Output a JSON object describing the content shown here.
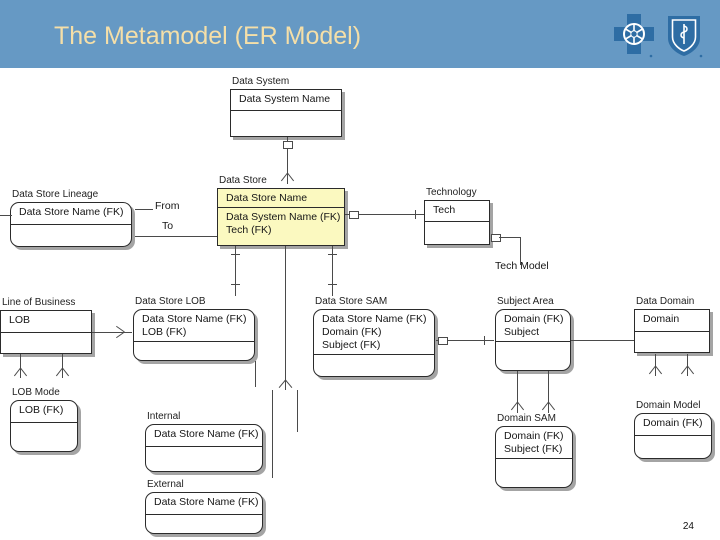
{
  "header": {
    "title": "The Metamodel (ER Model)",
    "band_color": "#6699c4",
    "title_color": "#f5dfa8",
    "logo_cross": "blue-cross-logo",
    "logo_shield": "blue-shield-logo"
  },
  "page": {
    "number": "24"
  },
  "diagram": {
    "type": "entity-relationship-diagram",
    "entities": [
      {
        "name": "Data System",
        "key": [
          "Data System Name"
        ],
        "attrs": [],
        "highlight": false,
        "rounded": false
      },
      {
        "name": "Data Store",
        "key": [
          "Data Store Name"
        ],
        "attrs": [
          "Data System Name (FK)",
          "Tech (FK)"
        ],
        "highlight": true,
        "rounded": false
      },
      {
        "name": "Data Store Lineage",
        "key": [
          "Data Store Name (FK)"
        ],
        "attrs": [],
        "highlight": false,
        "rounded": true
      },
      {
        "name": "Technology",
        "key": [
          "Tech"
        ],
        "attrs": [],
        "highlight": false,
        "rounded": false
      },
      {
        "name": "Line of Business",
        "key": [
          "LOB"
        ],
        "attrs": [],
        "highlight": false,
        "rounded": false
      },
      {
        "name": "Data Store LOB",
        "key": [
          "Data Store Name (FK)",
          "LOB (FK)"
        ],
        "attrs": [],
        "highlight": false,
        "rounded": true
      },
      {
        "name": "Data Store SAM",
        "key": [
          "Data Store Name (FK)",
          "Domain (FK)",
          "Subject (FK)"
        ],
        "attrs": [],
        "highlight": false,
        "rounded": true
      },
      {
        "name": "Subject Area",
        "key": [
          "Domain (FK)",
          "Subject"
        ],
        "attrs": [],
        "highlight": false,
        "rounded": true
      },
      {
        "name": "Data Domain",
        "key": [
          "Domain"
        ],
        "attrs": [],
        "highlight": false,
        "rounded": false
      },
      {
        "name": "LOB Mode",
        "key": [
          "LOB (FK)"
        ],
        "attrs": [],
        "highlight": false,
        "rounded": true
      },
      {
        "name": "Internal",
        "key": [
          "Data Store Name (FK)"
        ],
        "attrs": [],
        "highlight": false,
        "rounded": true
      },
      {
        "name": "External",
        "key": [
          "Data Store Name (FK)"
        ],
        "attrs": [],
        "highlight": false,
        "rounded": true
      },
      {
        "name": "Domain SAM",
        "key": [
          "Domain (FK)",
          "Subject (FK)"
        ],
        "attrs": [],
        "highlight": false,
        "rounded": true
      },
      {
        "name": "Domain Model",
        "key": [
          "Domain (FK)"
        ],
        "attrs": [],
        "highlight": false,
        "rounded": true
      },
      {
        "name": "Tech Model",
        "key": [],
        "attrs": [],
        "highlight": false,
        "rounded": false
      }
    ],
    "relationship_labels": {
      "from": "From",
      "to": "To"
    },
    "entity_labels": {
      "data_system": "Data System",
      "data_store": "Data Store",
      "data_store_lineage": "Data Store Lineage",
      "technology": "Technology",
      "tech_model": "Tech Model",
      "line_of_business": "Line of Business",
      "data_store_lob": "Data Store LOB",
      "data_store_sam": "Data Store SAM",
      "subject_area": "Subject Area",
      "data_domain": "Data Domain",
      "lob_mode": "LOB Mode",
      "internal": "Internal",
      "external": "External",
      "domain_sam": "Domain SAM",
      "domain_model": "Domain Model"
    },
    "attributes": {
      "data_system_name": "Data System Name",
      "data_store_name": "Data Store Name",
      "data_system_name_fk": "Data System Name (FK)",
      "tech_fk": "Tech (FK)",
      "data_store_name_fk": "Data Store Name (FK)",
      "tech": "Tech",
      "lob": "LOB",
      "lob_fk": "LOB (FK)",
      "domain_fk": "Domain (FK)",
      "subject_fk": "Subject (FK)",
      "subject": "Subject",
      "domain": "Domain"
    }
  }
}
